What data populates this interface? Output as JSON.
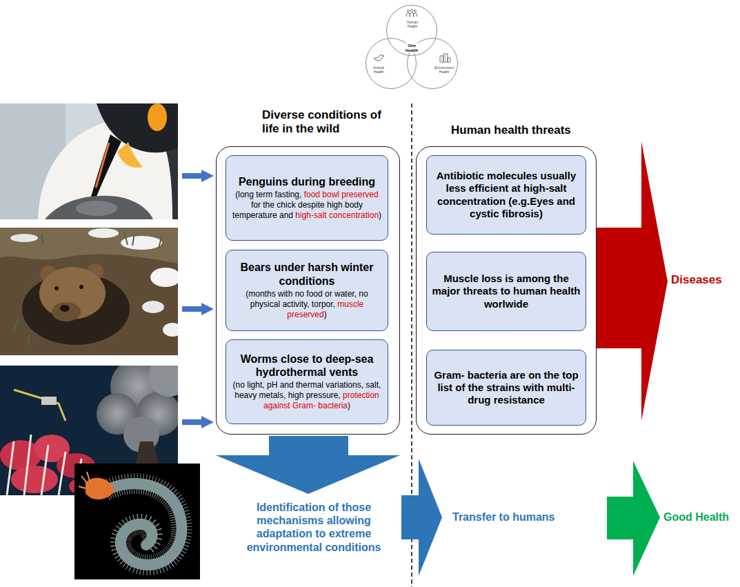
{
  "diagram": {
    "nodes": [
      {
        "text": [
          "Human Health"
        ]
      },
      {
        "text": [
          "Animal Health"
        ]
      },
      {
        "text": [
          "Environment Health"
        ]
      },
      {
        "text": [
          "Diverse conditions of life in the wild"
        ]
      },
      {
        "text": [
          "Penguins during breeding",
          "(long term fasting,",
          "food bowl preserved",
          "for the chick despite high body temperature and",
          "high-salt concentration",
          ")"
        ],
        "in": 3
      },
      {
        "text": [
          "Bears under harsh winter conditions",
          "(months with no food or water, no physical activity, torpor,",
          "muscle preserved",
          ")"
        ],
        "in": 3
      },
      {
        "text": [
          "Worms close to deep-sea hydrothermal vents",
          "(no light, pH and thermal variations, salt, heavy metals, high pressure,",
          "protection against Gram- bacteria",
          ")"
        ],
        "in": 3
      },
      {
        "text": [
          "Human health threats"
        ]
      },
      {
        "text": [
          "Antibiotic molecules usually less efficient at high-salt concentration (e.g.Eyes and cystic fibrosis)"
        ],
        "in": 7
      },
      {
        "text": [
          "Muscle loss is among the major threats to human health worlwide"
        ],
        "in": 7
      },
      {
        "text": [
          "Gram- bacteria are on the top list of the strains with multi-drug resistance"
        ],
        "in": 7
      }
    ],
    "labels": [
      "One Health",
      "Diseases",
      "Identification of those mechanisms allowing adaptation to extreme environmental conditions",
      "Transfer to humans",
      "Good Health"
    ]
  }
}
